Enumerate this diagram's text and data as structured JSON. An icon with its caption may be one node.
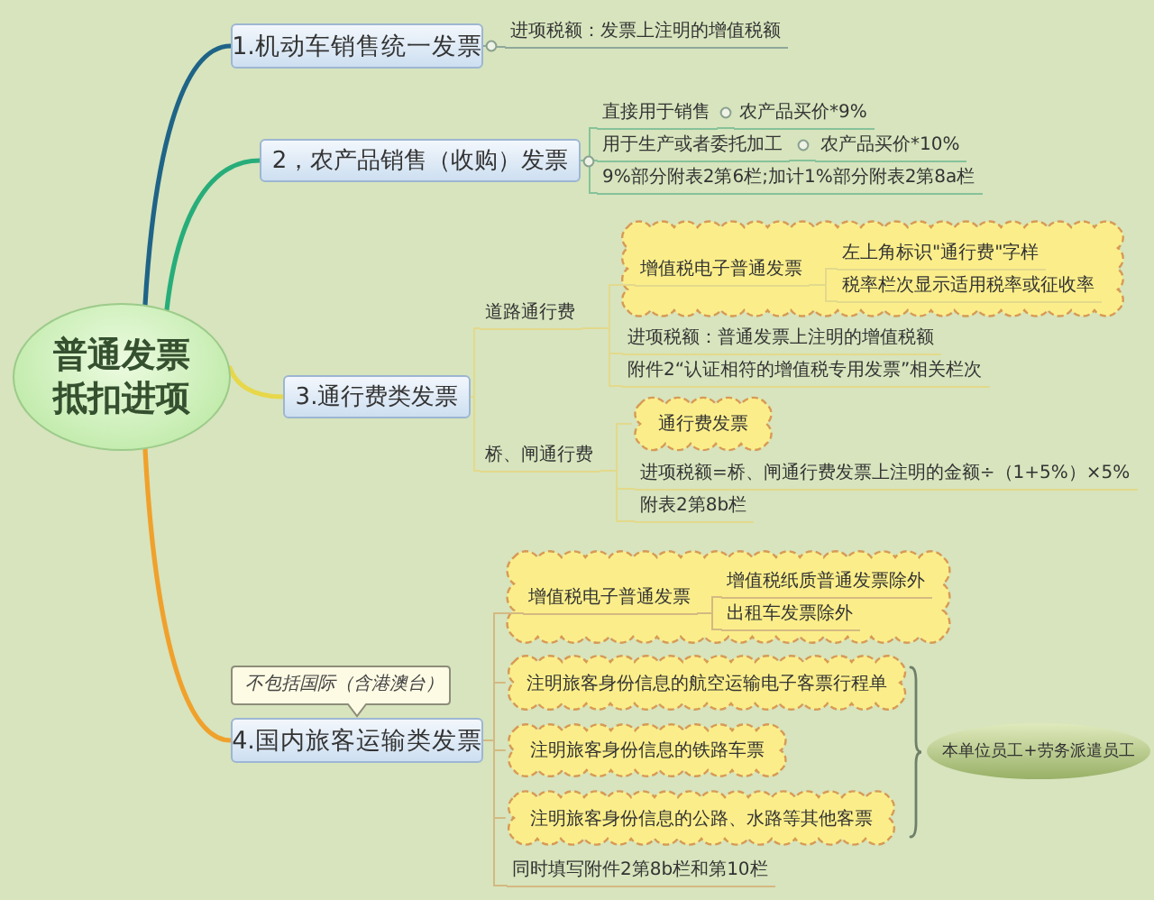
{
  "diagram": {
    "nodes": [
      {
        "text": [
          "普通发票抵扣进项"
        ]
      },
      {
        "text": [
          "1.机动车销售统一发票"
        ]
      },
      {
        "text": [
          "进项税额：发票上注明的增值税额"
        ]
      },
      {
        "text": [
          "2，农产品销售（收购）发票"
        ]
      },
      {
        "text": [
          "直接用于销售"
        ]
      },
      {
        "text": [
          "农产品买价*9%"
        ]
      },
      {
        "text": [
          "用于生产或者委托加工"
        ]
      },
      {
        "text": [
          "农产品买价*10%"
        ]
      },
      {
        "text": [
          "9%部分附表2第6栏;加计1%部分附表2第8a栏"
        ]
      },
      {
        "text": [
          "3.通行费类发票"
        ]
      },
      {
        "text": [
          "道路通行费"
        ]
      },
      {
        "text": [],
        "shape": "cloud"
      },
      {
        "text": [
          "增值税电子普通发票"
        ],
        "in": 11
      },
      {
        "text": [
          "左上角标识\"通行费\"字样"
        ],
        "in": 11
      },
      {
        "text": [
          "税率栏次显示适用税率或征收率"
        ],
        "in": 11
      },
      {
        "text": [
          "进项税额：普通发票上注明的增值税额"
        ]
      },
      {
        "text": [
          "附件2“认证相符的增值税专用发票”相关栏次"
        ]
      },
      {
        "text": [
          "桥、闸通行费"
        ]
      },
      {
        "text": [
          "通行费发票"
        ]
      },
      {
        "text": [
          "进项税额=桥、闸通行费发票上注明的金额÷（1+5%）×5%"
        ]
      },
      {
        "text": [
          "附表2第8b栏"
        ]
      },
      {
        "text": [
          "4.国内旅客运输类发票"
        ],
        "beside": [
          "不包括国际（含港澳台）"
        ]
      },
      {
        "text": [],
        "shape": "cloud"
      },
      {
        "text": [
          "增值税电子普通发票"
        ],
        "in": 22
      },
      {
        "text": [
          "增值税纸质普通发票除外"
        ],
        "in": 22
      },
      {
        "text": [
          "出租车发票除外"
        ],
        "in": 22
      },
      {
        "text": [
          "注明旅客身份信息的航空运输电子客票行程单"
        ]
      },
      {
        "text": [
          "注明旅客身份信息的铁路车票"
        ]
      },
      {
        "text": [
          "注明旅客身份信息的公路、水路等其他客票"
        ]
      },
      {
        "text": [
          "同时填写附件2第8b栏和第10栏"
        ]
      },
      {
        "text": [
          "本单位员工+劳务派遣员工"
        ]
      }
    ],
    "edges": [
      {
        "from": 0,
        "to": 1,
        "arrow": "none",
        "style": "thick",
        "color": "#1f6487"
      },
      {
        "from": 1,
        "to": 2,
        "arrow": "none",
        "color": "#8fa89a"
      },
      {
        "from": 0,
        "to": 3,
        "arrow": "none",
        "style": "thick",
        "color": "#27ad7a"
      },
      {
        "from": 3,
        "to": 4,
        "arrow": "none",
        "color": "#86c29a"
      },
      {
        "from": 4,
        "to": 5,
        "arrow": "none",
        "color": "#86c29a"
      },
      {
        "from": 3,
        "to": 6,
        "arrow": "none",
        "color": "#86c29a"
      },
      {
        "from": 6,
        "to": 7,
        "arrow": "none",
        "color": "#86c29a"
      },
      {
        "from": 3,
        "to": 8,
        "arrow": "none",
        "color": "#86c29a"
      },
      {
        "from": 0,
        "to": 9,
        "arrow": "none",
        "style": "thick",
        "color": "#e7d74a"
      },
      {
        "from": 9,
        "to": 10,
        "arrow": "none"
      },
      {
        "from": 10,
        "to": 12,
        "arrow": "none"
      },
      {
        "from": 12,
        "to": 13,
        "arrow": "none"
      },
      {
        "from": 12,
        "to": 14,
        "arrow": "none"
      },
      {
        "from": 10,
        "to": 15,
        "arrow": "none"
      },
      {
        "from": 10,
        "to": 16,
        "arrow": "none"
      },
      {
        "from": 9,
        "to": 17,
        "arrow": "none"
      },
      {
        "from": 17,
        "to": 18,
        "arrow": "none"
      },
      {
        "from": 17,
        "to": 19,
        "arrow": "none"
      },
      {
        "from": 17,
        "to": 20,
        "arrow": "none"
      },
      {
        "from": 0,
        "to": 21,
        "arrow": "none",
        "style": "thick",
        "color": "#f0a12c"
      },
      {
        "from": 21,
        "to": 23,
        "arrow": "none",
        "color": "#d4b982"
      },
      {
        "from": 23,
        "to": 24,
        "arrow": "none",
        "color": "#d4b982"
      },
      {
        "from": 23,
        "to": 25,
        "arrow": "none",
        "color": "#d4b982"
      },
      {
        "from": 21,
        "to": 26,
        "arrow": "none",
        "color": "#d4b982"
      },
      {
        "from": 21,
        "to": 27,
        "arrow": "none",
        "color": "#d4b982"
      },
      {
        "from": 21,
        "to": 28,
        "arrow": "none",
        "color": "#d4b982"
      },
      {
        "from": 21,
        "to": 29,
        "arrow": "none",
        "color": "#d4b982"
      }
    ]
  }
}
